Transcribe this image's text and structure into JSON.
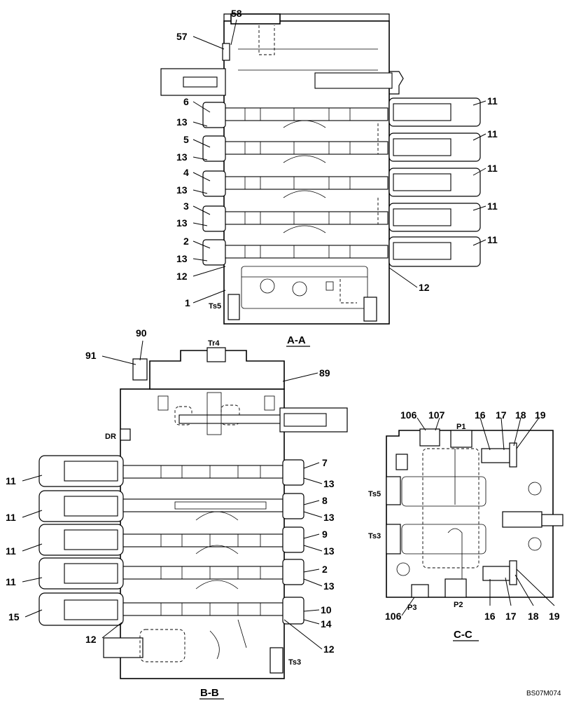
{
  "sections": {
    "aa": "A-A",
    "bb": "B-B",
    "cc": "C-C"
  },
  "callouts": {
    "aa": [
      "58",
      "57",
      "6",
      "13",
      "5",
      "13",
      "4",
      "13",
      "3",
      "13",
      "2",
      "13",
      "12",
      "1",
      "11",
      "11",
      "11",
      "11",
      "11",
      "12"
    ],
    "bb": [
      "90",
      "91",
      "89",
      "7",
      "13",
      "8",
      "13",
      "9",
      "13",
      "2",
      "13",
      "10",
      "14",
      "12",
      "11",
      "11",
      "11",
      "11",
      "15",
      "12"
    ],
    "cc": [
      "106",
      "107",
      "16",
      "17",
      "18",
      "19",
      "106",
      "16",
      "17",
      "18",
      "19"
    ]
  },
  "ports": {
    "ts5_aa": "Ts5",
    "tr4": "Tr4",
    "dr": "DR",
    "ts3_bb": "Ts3",
    "p1": "P1",
    "ts5_cc": "Ts5",
    "ts3_cc": "Ts3",
    "p3": "P3",
    "p2": "P2"
  },
  "drawing_code": "BS07M074"
}
